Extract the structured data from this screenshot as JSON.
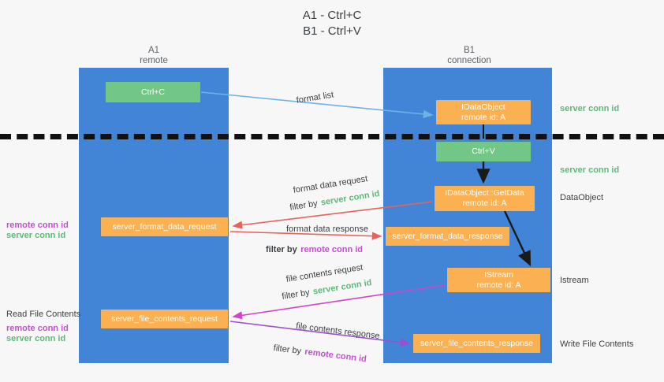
{
  "title": {
    "line1": "A1 - Ctrl+C",
    "line2": "B1 - Ctrl+V"
  },
  "columns": [
    {
      "name": "A1",
      "sub": "remote"
    },
    {
      "name": "B1",
      "sub": "connection"
    }
  ],
  "nodes": {
    "ctrl_c": {
      "label": "Ctrl+C",
      "color": "#72c787"
    },
    "set_clipboard": {
      "line1": "IDataObject",
      "line2": "remote id: A",
      "color": "#fbb151"
    },
    "ctrl_v": {
      "label": "Ctrl+V",
      "color": "#72c787"
    },
    "get_data": {
      "line1": "IDataObject::GetData",
      "line2": "remote id: A",
      "color": "#fbb151"
    },
    "istream": {
      "line1": "IStream",
      "line2": "remote id: A",
      "color": "#fbb151"
    },
    "server_format_data_request": {
      "label": "server_format_data_request",
      "color": "#fbb151"
    },
    "server_format_data_response": {
      "label": "server_format_data_response",
      "color": "#fbb151"
    },
    "server_file_contents_request": {
      "label": "server_file_contents_request",
      "color": "#fbb151"
    },
    "server_file_contents_response": {
      "label": "server_file_contents_response",
      "color": "#fbb151"
    }
  },
  "edges": {
    "format_list": "format list",
    "format_data_request": "format data request",
    "format_data_response": "format data response",
    "file_contents_request": "file contents request",
    "file_contents_response": "file contents response",
    "filter_by": "filter by",
    "server_conn_id": "server conn id",
    "remote_conn_id": "remote conn id"
  },
  "right_labels": [
    {
      "text": "server conn id",
      "kind": "green"
    },
    {
      "text": "server conn id",
      "kind": "green"
    },
    {
      "text": "DataObject",
      "kind": "plain"
    },
    {
      "text": "Istream",
      "kind": "plain"
    },
    {
      "text": "Write File Contents",
      "kind": "plain"
    }
  ],
  "left_labels": {
    "remote_conn_id": "remote conn id",
    "server_conn_id": "server conn id",
    "read_file_contents": "Read File Contents"
  },
  "colors": {
    "lane": "#4285d6",
    "green_node": "#72c787",
    "orange_node": "#fbb151",
    "green_text": "#5fb87a",
    "pink_text": "#c050d0",
    "arrow_red": "#e8615c",
    "arrow_blue": "#6cb3e8",
    "arrow_magenta": "#d244c8",
    "arrow_purple": "#9b4fd0",
    "arrow_dark": "#1a1a1a",
    "background": "#f7f7f7"
  }
}
